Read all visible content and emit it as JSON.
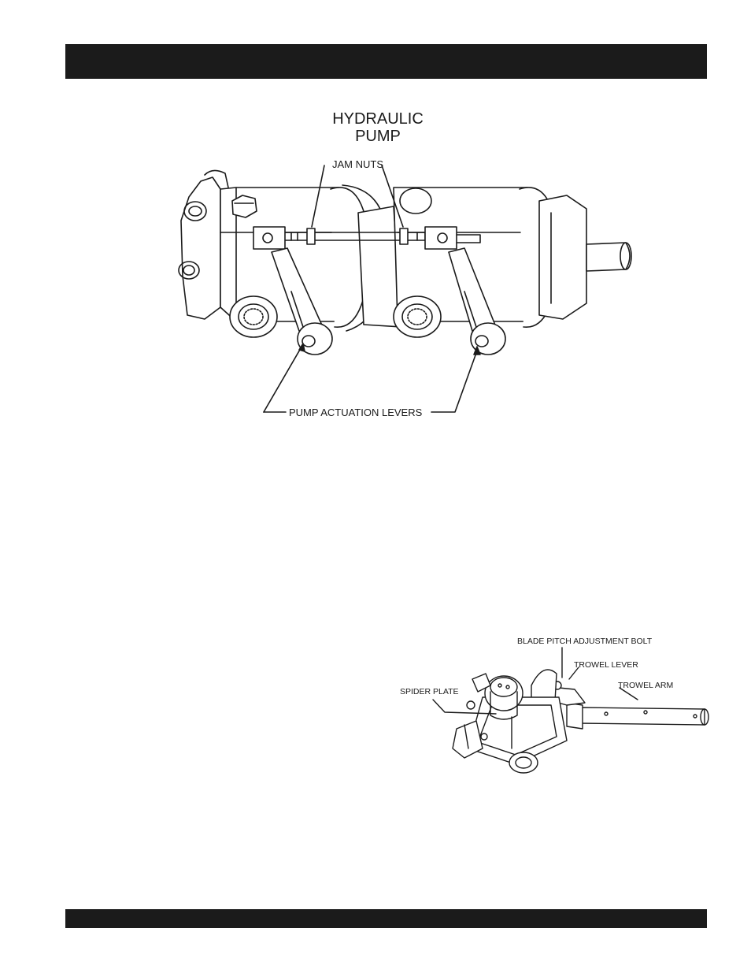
{
  "figure1": {
    "title_line1": "HYDRAULIC",
    "title_line2": "PUMP",
    "label_jam_nuts": "JAM NUTS",
    "label_levers": "PUMP ACTUATION LEVERS"
  },
  "figure2": {
    "label_bolt": "BLADE PITCH ADJUSTMENT BOLT",
    "label_lever": "TROWEL LEVER",
    "label_arm": "TROWEL ARM",
    "label_spider": "SPIDER PLATE"
  }
}
